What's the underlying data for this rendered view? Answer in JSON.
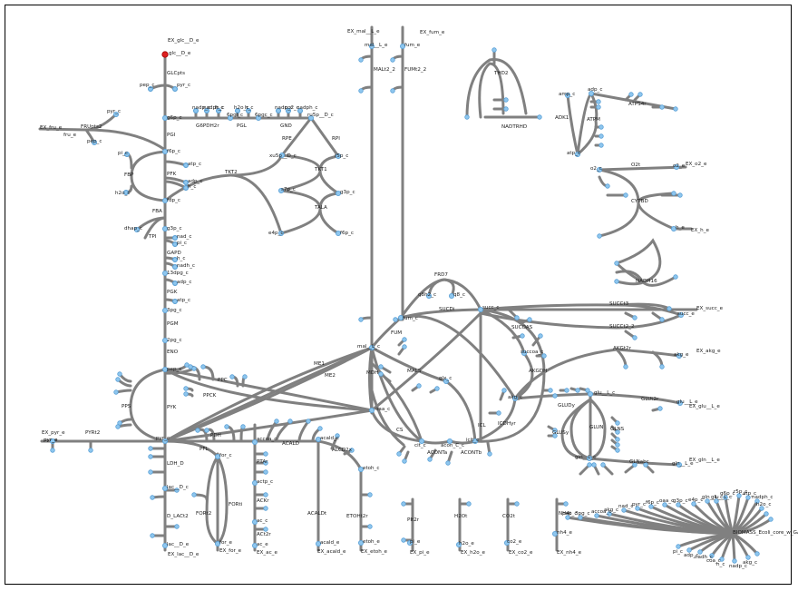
{
  "nodes": {
    "ex_glc": "EX_glc__D_e",
    "glc_e": "glc__D_e",
    "glcpts": "GLCpts",
    "pep_a": "pep_c",
    "pyr_a": "pyr_c",
    "g6p": "g6p_c",
    "pgi": "PGI",
    "f6p": "f6p_c",
    "pfk": "PFK",
    "fbp_m": "fdp_c",
    "fba": "FBA",
    "g3p": "g3p_c",
    "tpi": "TPI",
    "dhap": "dhap_c",
    "gapd": "GAPD",
    "13dpg": "13dpg_c",
    "pgk": "PGK",
    "3pg": "3pg_c",
    "pgm": "PGM",
    "2pg": "2pg_c",
    "eno": "ENO",
    "pep": "pep_c",
    "pyk": "PYK",
    "pyr": "pyr_c",
    "ldh": "LDH_D",
    "lac": "lac__D_c",
    "dlact": "D_LACt2",
    "lac_e": "lac__D_e",
    "ex_lac": "EX_lac__D_e",
    "ex_fru": "EX_fru_e",
    "frupts": "FRUpts2",
    "fru_pep": "pep_c",
    "fru_pyr": "pyr_c",
    "fbp": "FBP",
    "pi_c": "pi_c",
    "h2o_c": "h2o_c",
    "gapd_nad": "nad_c",
    "gapd_pi": "pi_c",
    "gapd_h": "h_c",
    "gapd_nadh": "nadh_c",
    "pgk_adp": "adp_c",
    "pgk_atp": "atp_c",
    "pfk_atp": "atp_c",
    "pfk_adp": "adp_c",
    "pfk_h": "h_c",
    "g6pdh": "G6PDH2r",
    "6pgl_m": "6pgl_c",
    "pgl": "PGL",
    "6pgc": "6pgc_c",
    "gnd": "GND",
    "ru5p": "ru5p__D_c",
    "rpe": "RPE",
    "rpi": "RPI",
    "xu5p": "xu5p__D_c",
    "r5p": "r5p_c",
    "tkt2": "TKT2",
    "tkt1": "TKT1",
    "tala": "TALA",
    "s7p": "s7p_c",
    "e4p": "e4p_c",
    "g3p_b": "g3p_c",
    "f6p_b": "f6p_c",
    "g6p_nadp": "nadp_c",
    "g6p_nadph": "nadph_c",
    "g6p_h": "h_c",
    "pgl_h2o": "h2o_c",
    "pgl_h": "h_c",
    "gnd_nadp": "nadp_c",
    "gnd_co2": "co2_c",
    "gnd_nadph": "nadph_c",
    "pps": "PPS",
    "ppc": "PPC",
    "ppck": "PPCK",
    "pfl": "PFL",
    "pdh": "PDH",
    "for": "for_c",
    "fort": "FORt2",
    "forti": "FORti",
    "for_e": "for_e",
    "ex_for": "EX_for_e",
    "accoa": "accoa_c",
    "ptar": "PTAr",
    "actp": "actp_c",
    "ackr": "ACKr",
    "ac": "ac_c",
    "acit": "ACt2r",
    "ac_e": "ac_e",
    "ex_ac": "EX_ac_e",
    "acald": "ACALD",
    "acald_c": "acald_c",
    "acaldt": "ACALDt",
    "acald_e": "acald_e",
    "ex_acald": "EX_acald_e",
    "alcd2x": "ALCD2x",
    "etoh": "etoh_c",
    "etoht": "ETOHt2r",
    "etoh_e": "etoh_e",
    "ex_etoh": "EX_etoh_e",
    "ex_pyr": "EX_pyr_e",
    "pyrt": "PYRt2",
    "pyr_e": "pyr_e",
    "oaa": "oaa_c",
    "mal": "mal__L_c",
    "me1": "ME1",
    "me2": "ME2",
    "mdh": "MDH",
    "fum": "fum_c",
    "fum_r": "FUM",
    "succ": "succ_c",
    "sucdi": "SUCDi",
    "frd7": "FRD7",
    "q8": "q8_c",
    "q8h2": "q8h2_c",
    "cit": "cit_c",
    "cs": "CS",
    "acont_a": "ACONTa",
    "acon": "acon_C_c",
    "acont_b": "ACONTb",
    "icit": "icit_c",
    "icl": "ICL",
    "mals": "MALS",
    "glx": "glx_c",
    "icdhyr": "ICDHyr",
    "akg": "akg_c",
    "akgdh": "AKGDH",
    "succoa": "succoa_c",
    "sucoas": "SUCOAS",
    "ex_mal": "EX_mal__L_e",
    "mal_e": "mal__L_e",
    "malt": "MALt2_2",
    "ex_fum": "EX_fum_e",
    "fum_e": "fum_e",
    "fumt": "FUMt2_2",
    "ex_succ": "EX_succ_e",
    "succ_e": "succ_e",
    "succt3": "SUCCt3",
    "succt2": "SUCCt2_2",
    "ex_akg": "EX_akg_e",
    "akg_e": "akg_e",
    "akgt": "AKGt2r",
    "thd2": "THD2",
    "nadtrhd": "NADTRHD",
    "atps4r": "ATPS4r",
    "atpm": "ATPM",
    "adk1": "ADK1",
    "amp": "amp_c",
    "adp": "adp_c",
    "atp": "atp_c",
    "o2t": "O2t",
    "o2": "o2_c",
    "o2_e": "o2_e",
    "ex_o2": "EX_o2_e",
    "cytbd": "CYTBD",
    "ex_h": "EX_h_e",
    "h_e": "h_e",
    "nadh16": "NADH16",
    "glud": "GLUDy",
    "glu": "glu__L_c",
    "glun": "GLUN",
    "glns": "GLNS",
    "glusy": "GLUSy",
    "gln": "gln__L_c",
    "glnabc": "GLNabc",
    "gln_e": "gln__L_e",
    "ex_gln": "EX_gln__L_e",
    "glut": "GLUt2r",
    "glu_e": "glu__L_e",
    "ex_glu": "EX_glu__L_e",
    "h2ot": "H2Ot",
    "h2o_e": "h2o_e",
    "ex_h2o": "EX_h2o_e",
    "co2t": "CO2t",
    "co2_e": "co2_e",
    "ex_co2": "EX_co2_e",
    "nh4t": "NH4t",
    "nh4_e": "nh4_e",
    "ex_nh4": "EX_nh4_e",
    "pit": "PIt2r",
    "pi_e": "pi_e",
    "ex_pi": "EX_pi_e",
    "biomass": "BIOMASS_Ecoli_core_w_GAM",
    "fru_e": "fru_e",
    "ex_pyr2": "pyr_e"
  },
  "biomass_inputs": [
    "pep_c",
    "3pg_c",
    "accoa_c",
    "akg_c",
    "nad_c",
    "pyr_c",
    "f6p_c",
    "oaa_c",
    "g3p_c",
    "e4p_c",
    "gln__L_c",
    "glu__L_c",
    "g6p_c",
    "r5p_c",
    "atp_c",
    "nadph_c",
    "h2o_c"
  ],
  "biomass_outputs": [
    "pi_c",
    "adp_c",
    "nadh_c",
    "coa_c",
    "h_c",
    "nadp_c",
    "akg_c"
  ],
  "colors": {
    "edge": "#808080",
    "node_fill": "#8ec6ee",
    "node_stroke": "#5aa0d6",
    "highlight": "#dd1f1f",
    "text": "#1a1a1a",
    "border": "#000000"
  }
}
